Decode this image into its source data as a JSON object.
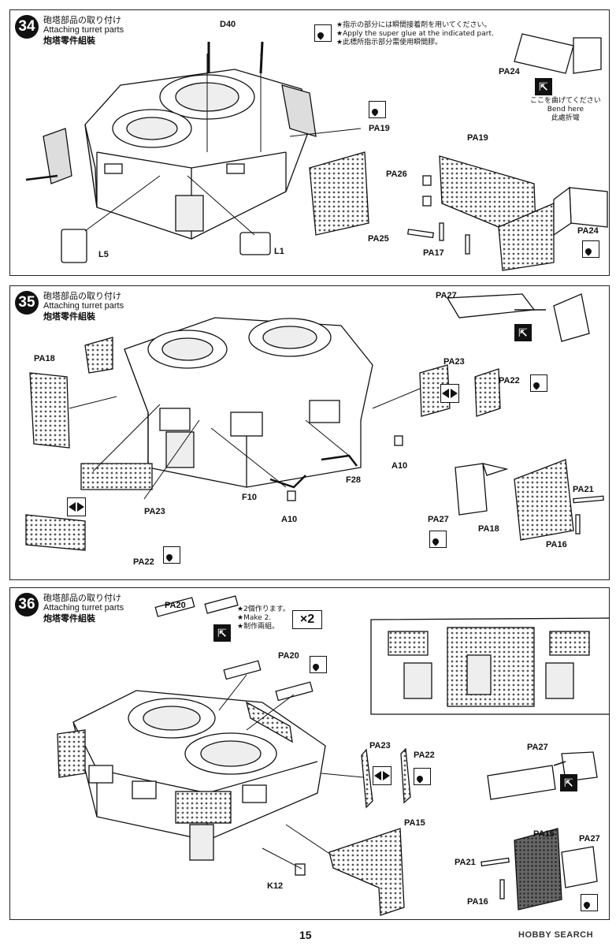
{
  "page_number": "15",
  "watermark": "HOBBY SEARCH",
  "steps": [
    {
      "number": "34",
      "title_jp": "砲塔部品の取り付け",
      "title_en": "Attaching turret parts",
      "title_cn": "炮塔零件組裝",
      "note": [
        "★指示の部分には瞬間接着剤を用いてください。",
        "★Apply the super glue at the indicated part.",
        "★此標所指示部分需使用瞬間膠。"
      ],
      "bend_note": [
        "ここを曲げてください",
        "Bend here",
        "此處折彎"
      ],
      "labels": {
        "d40": "D40",
        "pa24a": "PA24",
        "pa19a": "PA19",
        "pa19b": "PA19",
        "pa26": "PA26",
        "pa25": "PA25",
        "pa17": "PA17",
        "pa24b": "PA24",
        "l5": "L5",
        "l1": "L1"
      }
    },
    {
      "number": "35",
      "title_jp": "砲塔部品の取り付け",
      "title_en": "Attaching turret parts",
      "title_cn": "炮塔零件組裝",
      "labels": {
        "pa27a": "PA27",
        "pa18a": "PA18",
        "pa23a": "PA23",
        "pa22a": "PA22",
        "a10a": "A10",
        "f28": "F28",
        "f10": "F10",
        "a10b": "A10",
        "pa23b": "PA23",
        "pa22b": "PA22",
        "pa21": "PA21",
        "pa27b": "PA27",
        "pa18b": "PA18",
        "pa16": "PA16"
      }
    },
    {
      "number": "36",
      "title_jp": "砲塔部品の取り付け",
      "title_en": "Attaching turret parts",
      "title_cn": "炮塔零件組裝",
      "note": [
        "★2個作ります。",
        "★Make 2.",
        "★制作兩組。"
      ],
      "multiplier": "×2",
      "labels": {
        "pa20a": "PA20",
        "pa20b": "PA20",
        "pa23": "PA23",
        "pa22": "PA22",
        "pa15a": "PA15",
        "k12": "K12",
        "pa27a": "PA27",
        "pa15b": "PA15",
        "pa27b": "PA27",
        "pa21": "PA21",
        "pa16": "PA16"
      }
    }
  ]
}
